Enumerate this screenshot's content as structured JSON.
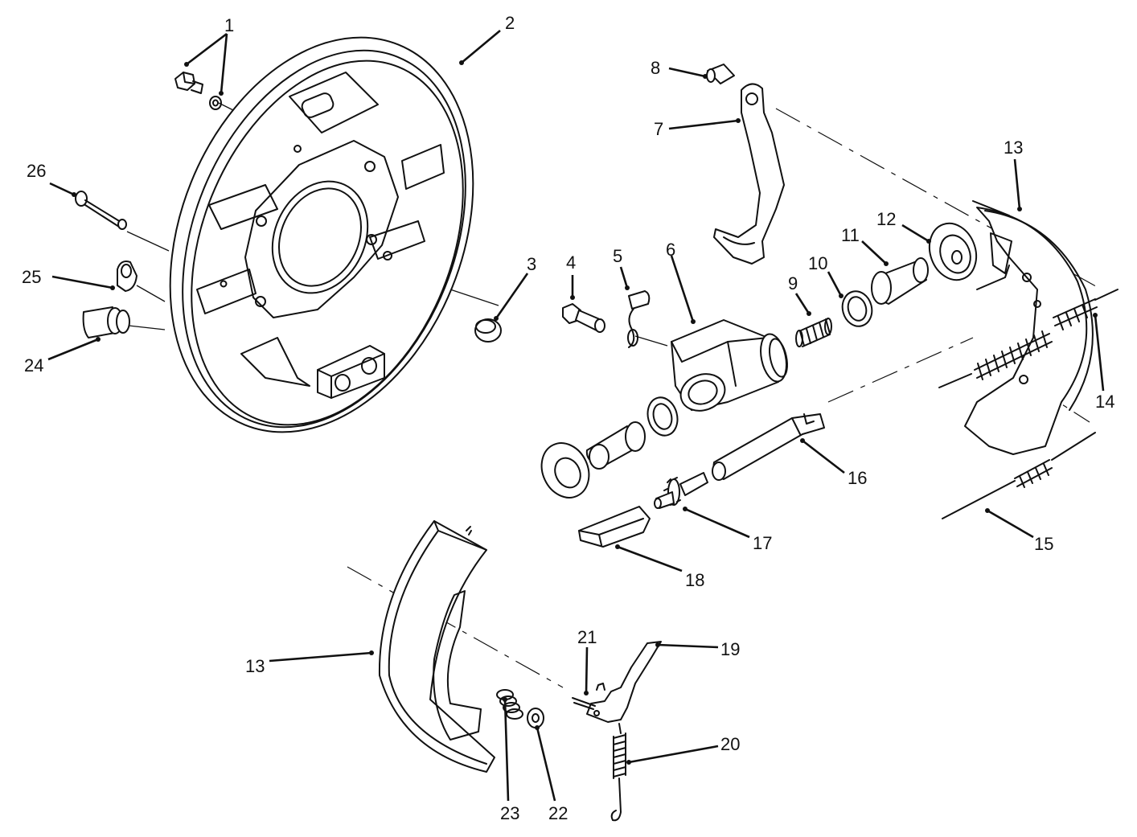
{
  "diagram": {
    "callouts": [
      {
        "id": "c1",
        "text": "1"
      },
      {
        "id": "c2",
        "text": "2"
      },
      {
        "id": "c3",
        "text": "3"
      },
      {
        "id": "c4",
        "text": "4"
      },
      {
        "id": "c5",
        "text": "5"
      },
      {
        "id": "c6",
        "text": "6"
      },
      {
        "id": "c7",
        "text": "7"
      },
      {
        "id": "c8",
        "text": "8"
      },
      {
        "id": "c9",
        "text": "9"
      },
      {
        "id": "c10",
        "text": "10"
      },
      {
        "id": "c11",
        "text": "11"
      },
      {
        "id": "c12",
        "text": "12"
      },
      {
        "id": "c13a",
        "text": "13"
      },
      {
        "id": "c13b",
        "text": "13"
      },
      {
        "id": "c14",
        "text": "14"
      },
      {
        "id": "c15",
        "text": "15"
      },
      {
        "id": "c16",
        "text": "16"
      },
      {
        "id": "c17",
        "text": "17"
      },
      {
        "id": "c18",
        "text": "18"
      },
      {
        "id": "c19",
        "text": "19"
      },
      {
        "id": "c20",
        "text": "20"
      },
      {
        "id": "c21",
        "text": "21"
      },
      {
        "id": "c22",
        "text": "22"
      },
      {
        "id": "c23",
        "text": "23"
      },
      {
        "id": "c24",
        "text": "24"
      },
      {
        "id": "c25",
        "text": "25"
      },
      {
        "id": "c26",
        "text": "26"
      }
    ]
  }
}
